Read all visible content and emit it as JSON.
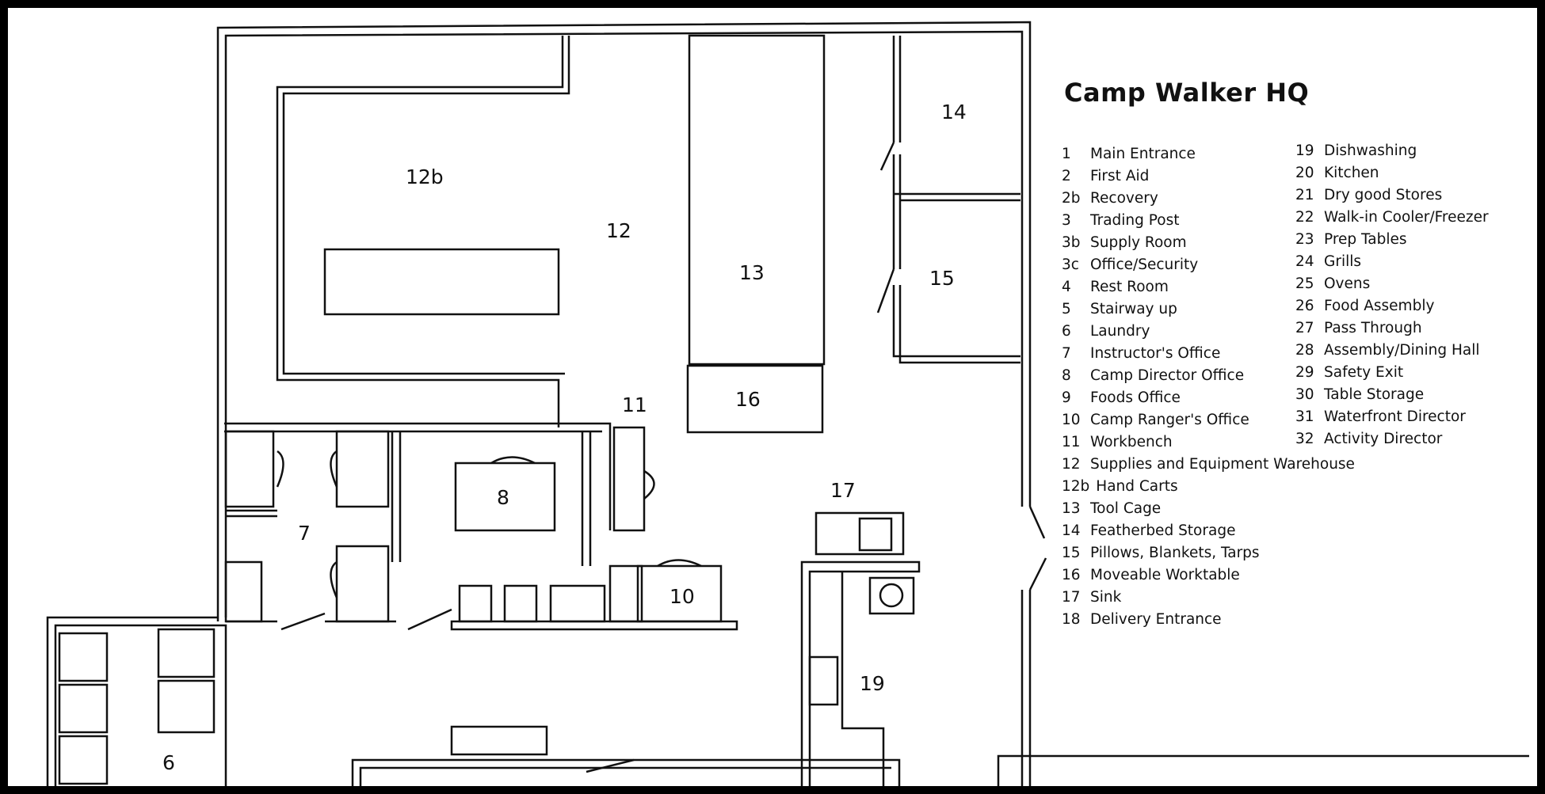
{
  "title": "Camp Walker HQ",
  "legend": {
    "col1": [
      {
        "num": "1",
        "name": "Main Entrance"
      },
      {
        "num": "2",
        "name": "First Aid"
      },
      {
        "num": "2b",
        "name": "Recovery"
      },
      {
        "num": "3",
        "name": "Trading Post"
      },
      {
        "num": "3b",
        "name": "Supply Room"
      },
      {
        "num": "3c",
        "name": "Office/Security"
      },
      {
        "num": "4",
        "name": "Rest Room"
      },
      {
        "num": "5",
        "name": "Stairway up"
      },
      {
        "num": "6",
        "name": "Laundry"
      },
      {
        "num": "7",
        "name": "Instructor's Office"
      },
      {
        "num": "8",
        "name": "Camp Director Office"
      },
      {
        "num": "9",
        "name": "Foods Office"
      },
      {
        "num": "10",
        "name": "Camp Ranger's Office"
      },
      {
        "num": "11",
        "name": "Workbench"
      },
      {
        "num": "12",
        "name": "Supplies and Equipment Warehouse"
      },
      {
        "num": "12b",
        "name": "Hand Carts"
      },
      {
        "num": "13",
        "name": "Tool Cage"
      },
      {
        "num": "14",
        "name": "Featherbed Storage"
      },
      {
        "num": "15",
        "name": "Pillows, Blankets, Tarps"
      },
      {
        "num": "16",
        "name": "Moveable Worktable"
      },
      {
        "num": "17",
        "name": "Sink"
      },
      {
        "num": "18",
        "name": "Delivery Entrance"
      }
    ],
    "col2": [
      {
        "num": "19",
        "name": "Dishwashing"
      },
      {
        "num": "20",
        "name": "Kitchen"
      },
      {
        "num": "21",
        "name": "Dry good Stores"
      },
      {
        "num": "22",
        "name": "Walk-in Cooler/Freezer"
      },
      {
        "num": "23",
        "name": "Prep Tables"
      },
      {
        "num": "24",
        "name": "Grills"
      },
      {
        "num": "25",
        "name": "Ovens"
      },
      {
        "num": "26",
        "name": "Food Assembly"
      },
      {
        "num": "27",
        "name": "Pass Through"
      },
      {
        "num": "28",
        "name": "Assembly/Dining Hall"
      },
      {
        "num": "29",
        "name": "Safety Exit"
      },
      {
        "num": "30",
        "name": "Table Storage"
      },
      {
        "num": "31",
        "name": "Waterfront Director"
      },
      {
        "num": "32",
        "name": "Activity Director"
      }
    ]
  },
  "plan_labels": {
    "r12b": "12b",
    "r12": "12",
    "r13": "13",
    "r14": "14",
    "r15": "15",
    "r16": "16",
    "r11": "11",
    "r8": "8",
    "r7": "7",
    "r10": "10",
    "r17": "17",
    "r19": "19",
    "r6": "6"
  }
}
